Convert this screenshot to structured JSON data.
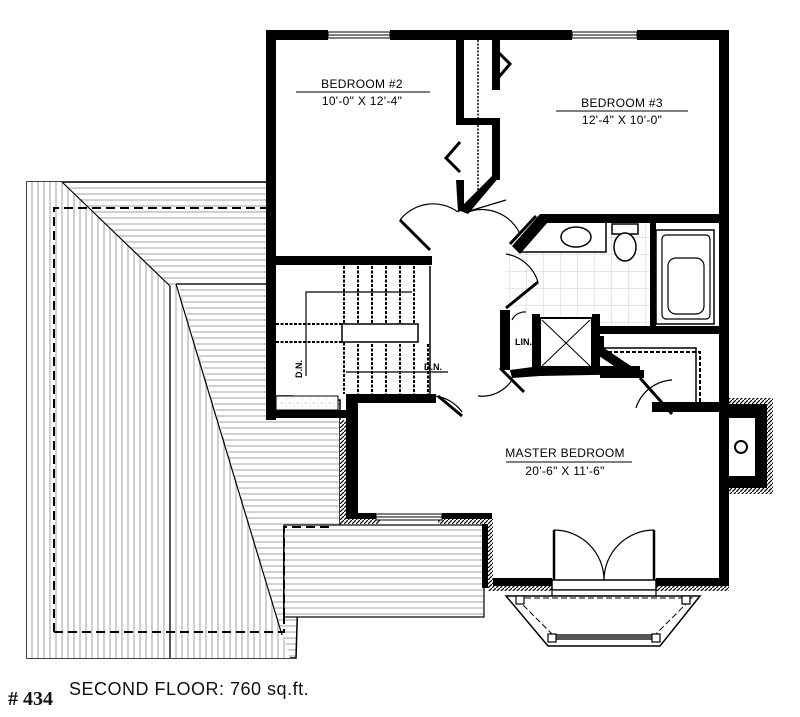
{
  "plan": {
    "number": "# 434",
    "title": "SECOND FLOOR:  760 sq.ft."
  },
  "rooms": [
    {
      "name": "BEDROOM #2",
      "dimensions": "10'-0\" X 12'-4\""
    },
    {
      "name": "BEDROOM #3",
      "dimensions": "12'-4\" X 10'-0\""
    },
    {
      "name": "MASTER BEDROOM",
      "dimensions": "20'-6\" X 11'-6\""
    }
  ],
  "annotations": {
    "stair_down_1": "D.N.",
    "stair_down_2": "D.N.",
    "linen": "LIN."
  },
  "colors": {
    "wall": "#000000",
    "roof_hatch": "#bdbdbd",
    "tile_grid": "#c8c8c8",
    "background": "#ffffff"
  }
}
